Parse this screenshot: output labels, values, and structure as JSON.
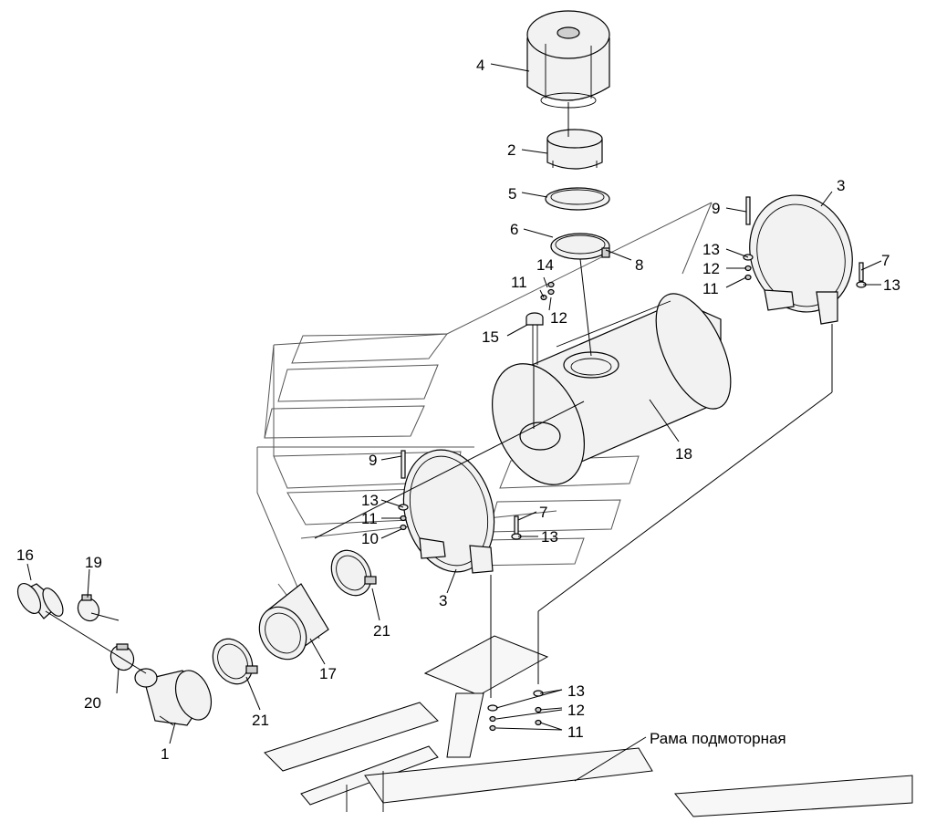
{
  "frame_label": "Рама подмоторная",
  "callouts": {
    "c1": "1",
    "c2": "2",
    "c3_top": "3",
    "c3_bottom": "3",
    "c4": "4",
    "c5": "5",
    "c6": "6",
    "c7_right": "7",
    "c7_mid": "7",
    "c8": "8",
    "c9_top": "9",
    "c9_left": "9",
    "c10": "10",
    "c11_a": "11",
    "c11_b": "11",
    "c11_c": "11",
    "c11_d": "11",
    "c12_a": "12",
    "c12_b": "12",
    "c12_c": "12",
    "c13_a": "13",
    "c13_b": "13",
    "c13_c": "13",
    "c13_d": "13",
    "c13_e": "13",
    "c14": "14",
    "c15": "15",
    "c16": "16",
    "c17": "17",
    "c18": "18",
    "c19": "19",
    "c20": "20",
    "c21_a": "21",
    "c21_b": "21"
  }
}
